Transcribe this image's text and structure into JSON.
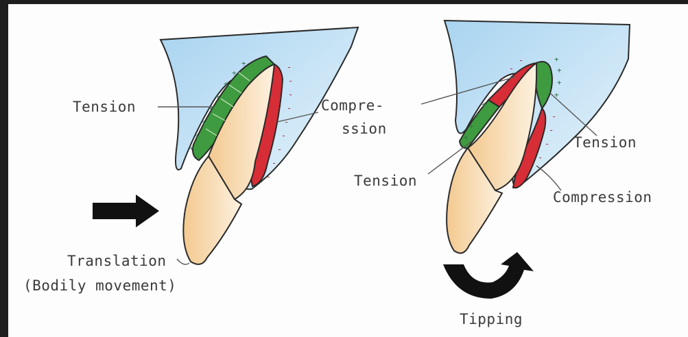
{
  "left_panel": {
    "tension": "Tension",
    "compression_line1": "Compre-",
    "compression_line2": "ssion",
    "caption_line1": "Translation",
    "caption_line2": "(Bodily movement)"
  },
  "right_panel": {
    "tension_upper": "Tension",
    "tension_lower": "Tension",
    "compression": "Compression",
    "caption": "Tipping"
  },
  "colors": {
    "bone": "#cfe6f6",
    "tooth": "#f6d7ad",
    "tension_zone": "#3f9b3f",
    "compression_zone": "#d72d36",
    "arrow": "#111111"
  }
}
